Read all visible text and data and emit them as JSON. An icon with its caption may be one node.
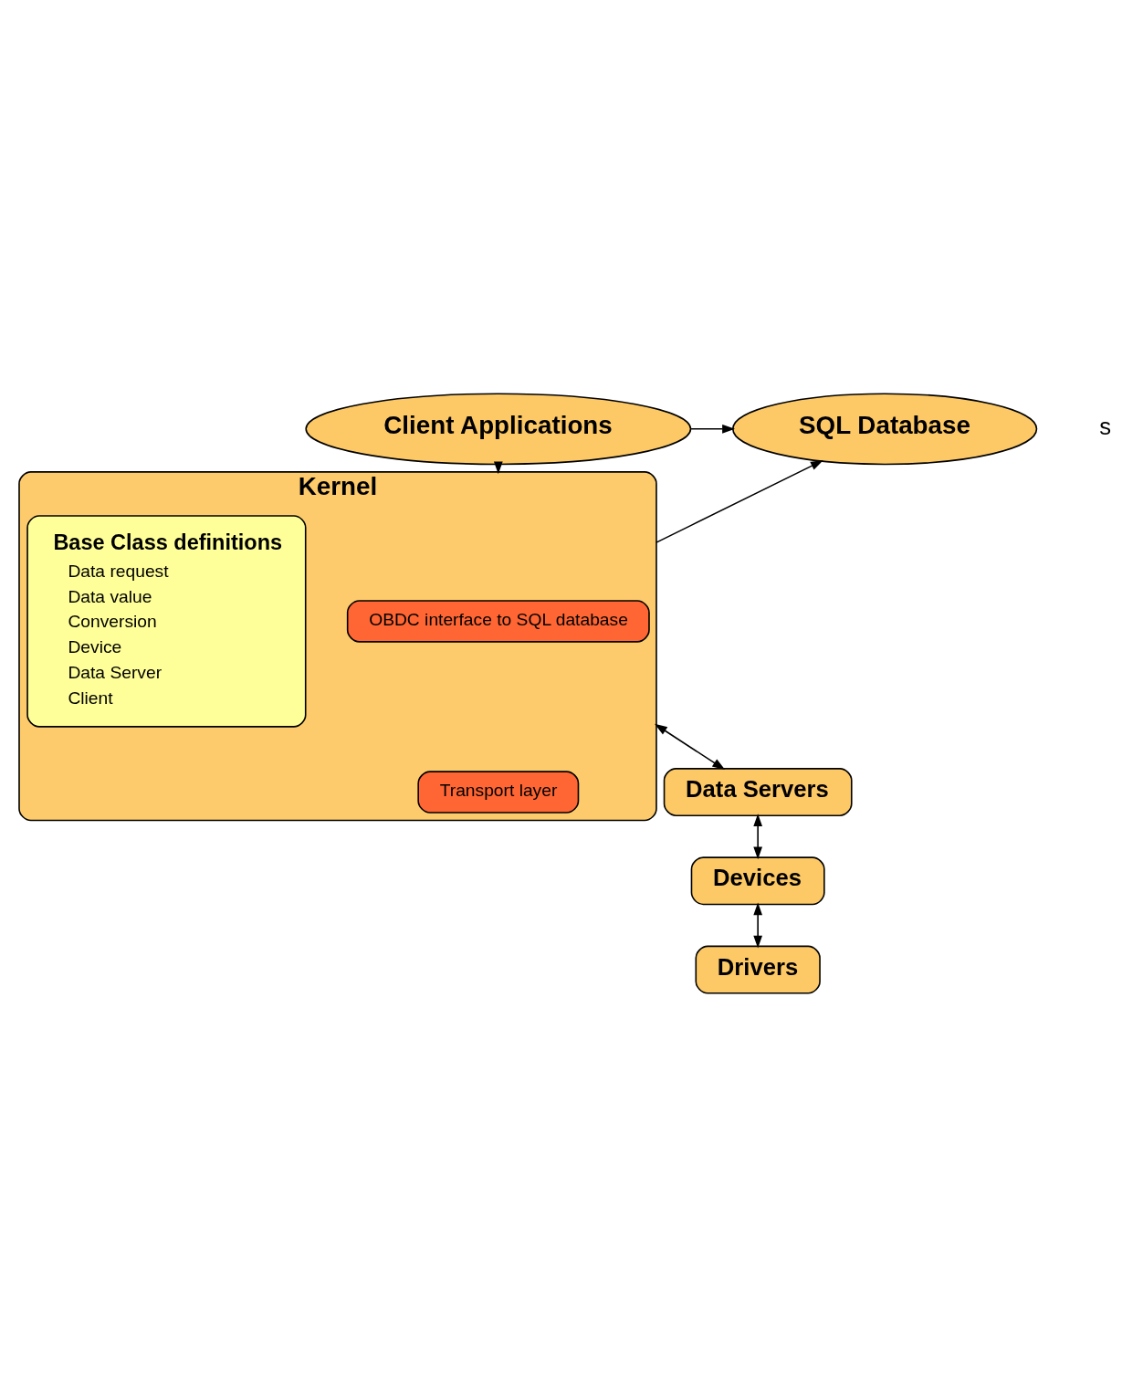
{
  "diagram": {
    "nodes": [
      {
        "text": [
          "SQL Database"
        ]
      },
      {
        "text": [
          "Client Applications"
        ]
      },
      {
        "text": [
          "Kernel"
        ]
      },
      {
        "text": [
          "OBDC interface to SQL database"
        ],
        "in": 2
      },
      {
        "text": [
          "Transport layer"
        ],
        "in": 2
      },
      {
        "text": [
          "Base Class definitions",
          "Data request",
          "Data value",
          "Conversion",
          "Device",
          "Data Server",
          "Client"
        ],
        "in": 2
      },
      {
        "text": [
          "Data Servers"
        ]
      },
      {
        "text": [
          "Devices"
        ]
      },
      {
        "text": [
          "Drivers"
        ]
      }
    ],
    "edges": [
      {
        "from": 1,
        "to": 0,
        "arrow": "to"
      },
      {
        "from": 2,
        "to": 0,
        "arrow": "to"
      },
      {
        "from": 1,
        "to": 2,
        "arrow": "to"
      },
      {
        "from": 2,
        "to": 6,
        "arrow": "both"
      },
      {
        "from": 6,
        "to": 7,
        "arrow": "both"
      },
      {
        "from": 7,
        "to": 8,
        "arrow": "both"
      }
    ],
    "labels": [
      "s"
    ]
  }
}
